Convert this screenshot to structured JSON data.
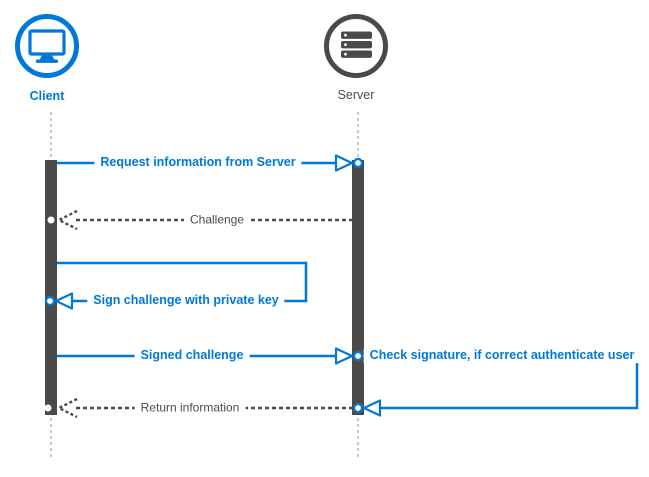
{
  "diagram": {
    "type": "sequence-diagram",
    "colors": {
      "accent_blue": "#0078D7",
      "dark_gray": "#4A4A4A",
      "lifeline_gray": "#C9C9C9",
      "background": "#FFFFFF"
    },
    "actors": [
      {
        "id": "client",
        "label": "Client",
        "icon": "monitor-icon",
        "color": "#0078D7"
      },
      {
        "id": "server",
        "label": "Server",
        "icon": "server-stack-icon",
        "color": "#4A4A4A"
      }
    ],
    "messages": [
      {
        "label": "Request information from Server",
        "from": "client",
        "to": "server",
        "style": "solid-blue-arrow"
      },
      {
        "label": "Challenge",
        "from": "server",
        "to": "client",
        "style": "dashed-gray-arrow"
      },
      {
        "label": "Sign challenge with private key",
        "from": "client",
        "to": "client",
        "style": "solid-blue-self-loop"
      },
      {
        "label": "Signed challenge",
        "from": "client",
        "to": "server",
        "style": "solid-blue-arrow"
      },
      {
        "label": "Check signature, if correct authenticate user",
        "from": "server",
        "to": "server",
        "style": "solid-blue-self-loop"
      },
      {
        "label": "Return information",
        "from": "server",
        "to": "client",
        "style": "dashed-gray-arrow"
      }
    ]
  }
}
